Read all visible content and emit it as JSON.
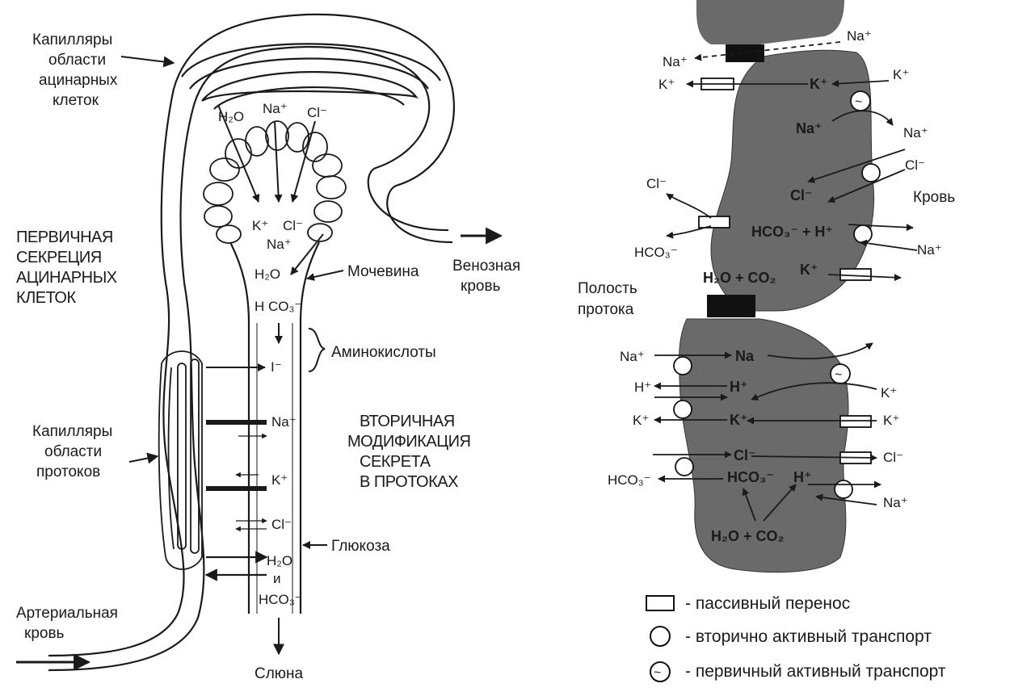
{
  "left": {
    "capillaries_acinar": [
      "Капилляры",
      "области",
      "ацинарных",
      "клеток"
    ],
    "primary_secretion": [
      "ПЕРВИЧНАЯ",
      "СЕКРЕЦИЯ",
      "АЦИНАРНЫХ",
      "КЛЕТОК"
    ],
    "capillaries_ducts": [
      "Капилляры",
      "области",
      "протоков"
    ],
    "arterial_blood": [
      "Артериальная",
      "кровь"
    ],
    "venous_blood": [
      "Венозная",
      "кровь"
    ],
    "urea": "Мочевина",
    "amino_acids": "Аминокислоты",
    "glucose": "Глюкоза",
    "saliva": "Слюна",
    "secondary_modification": [
      "ВТОРИЧНАЯ",
      "МОДИФИКАЦИЯ",
      "СЕКРЕТА",
      "В ПРОТОКАХ"
    ],
    "ions_top": [
      "H₂O",
      "Na⁺",
      "Cl⁻"
    ],
    "ions_lumen": [
      "K⁺",
      "Cl⁻",
      "Na⁺",
      "H₂O",
      "H CO₃⁻",
      "I⁻"
    ],
    "ions_duct": [
      "Na⁺",
      "K⁺",
      "Cl⁻",
      "H₂O",
      "и",
      "HCO₃⁻"
    ]
  },
  "right": {
    "blood": "Кровь",
    "duct_lumen": [
      "Полость",
      "протока"
    ],
    "top_cell_ions": {
      "na_junction": "Na⁺",
      "na_lumen_top": "Na⁺",
      "k_lumen": "K⁺",
      "k_cell": "K⁺",
      "k_blood": "K⁺",
      "na_cell": "Na⁺",
      "na_blood": "Na⁺",
      "cl_blood": "Cl⁻",
      "cl_lumen": "Cl⁻",
      "cl_cell": "Cl⁻",
      "hco3_h": "HCO₃⁻ + H⁺",
      "hco3_lumen": "HCO₃⁻",
      "na_blood2": "Na⁺",
      "h2o_co2": "H₂O + CO₂",
      "k_cell2": "K⁺"
    },
    "bottom_cell_ions": {
      "na_lumen": "Na⁺",
      "na_cell": "Na",
      "h_lumen": "H⁺",
      "h_cell": "H⁺",
      "k_blood": "K⁺",
      "k_lumen": "K⁺",
      "k_cell": "K⁺",
      "k_blood2": "K⁺",
      "cl_cell": "Cl⁻",
      "cl_blood": "Cl⁻",
      "hco3_lumen": "HCO₃⁻",
      "hco3_cell": "HCO₃⁻",
      "h_cell2": "H⁺",
      "na_blood": "Na⁺",
      "h2o_co2": "H₂O + CO₂"
    }
  },
  "legend": {
    "passive": "- пассивный перенос",
    "secondary_active": "- вторично активный транспорт",
    "primary_active": "- первичный активный транспорт"
  }
}
